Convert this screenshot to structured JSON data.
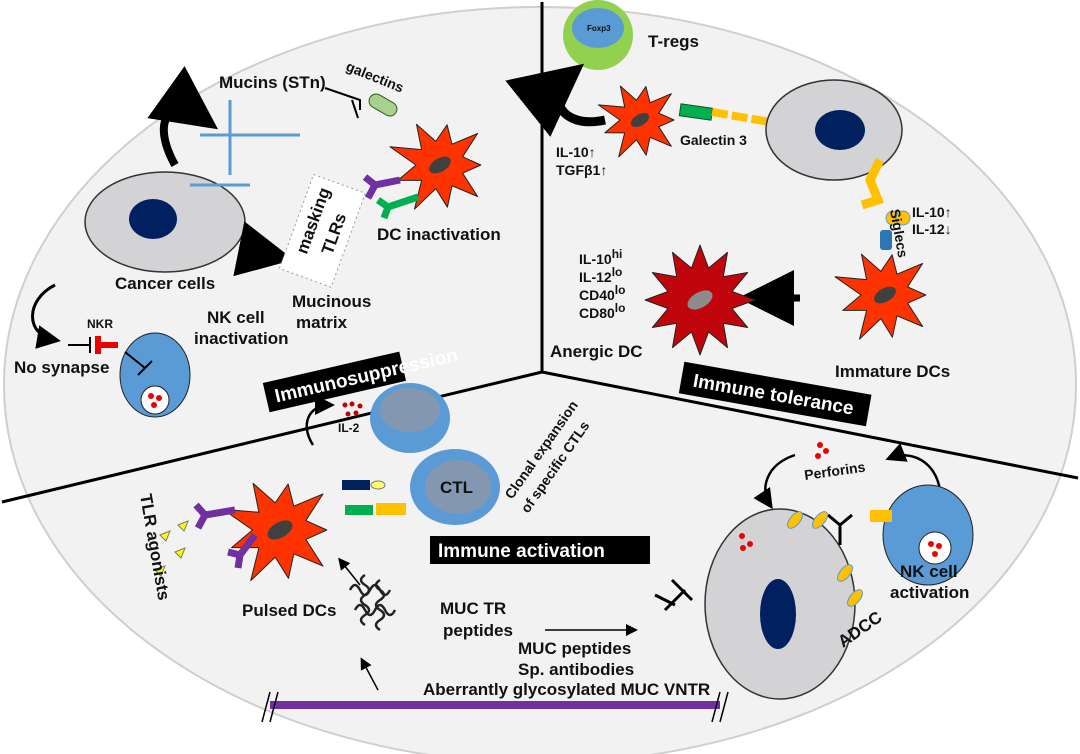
{
  "colors": {
    "background": "#f2f2f2",
    "dc": "#ff3300",
    "anergic_dc": "#c0060c",
    "cancer_cell": "#d3d3d5",
    "nucleus": "#002060",
    "nk_cell": "#5b9bd5",
    "mucin": "#ffc000",
    "treg_outer": "#92d050",
    "purple": "#7030a0",
    "green": "#00b050"
  },
  "sections": {
    "immunosuppression": {
      "title": "Immunosuppression",
      "mucins": "Mucins (STn)",
      "galectins": "galectins",
      "cancer_cells": "Cancer cells",
      "dc_inactivation": "DC inactivation",
      "tlrs": "TLRs",
      "masking": "masking",
      "mucinous_matrix": [
        "Mucinous",
        "matrix"
      ],
      "nk_inactivation": [
        "NK cell",
        "inactivation"
      ],
      "nkr": "NKR",
      "no_synapse": "No synapse"
    },
    "immune_tolerance": {
      "title": "Immune tolerance",
      "foxp3": "Foxp3",
      "tregs": "T-regs",
      "il10_up": "IL-10↑",
      "tgfb1_up": "TGFβ1↑",
      "galectin3": "Galectin 3",
      "siglecs": "Siglecs",
      "il10_up_2": "IL-10↑",
      "il12_down": "IL-12↓",
      "anergic_markers": [
        {
          "name": "IL-10",
          "sup": "hi"
        },
        {
          "name": "IL-12",
          "sup": "lo"
        },
        {
          "name": "CD40",
          "sup": "lo"
        },
        {
          "name": "CD80",
          "sup": "lo"
        }
      ],
      "anergic_dc": "Anergic DC",
      "immature_dcs": "Immature DCs"
    },
    "immune_activation": {
      "title": "Immune activation",
      "il2": "IL-2",
      "ctl": "CTL",
      "clonal_expansion": [
        "Clonal expansion",
        "of specific CTLs"
      ],
      "perforins": "Perforins",
      "tlr_agonists": "TLR agonists",
      "pulsed_dcs": "Pulsed DCs",
      "muc_tr_peptides": [
        "MUC TR",
        "peptides"
      ],
      "muc_peptides": "MUC peptides",
      "sp_antibodies": "Sp. antibodies",
      "aberrant_vntr": "Aberrantly glycosylated MUC VNTR",
      "adcc": "ADCC",
      "nk_activation": [
        "NK cell",
        "activation"
      ]
    }
  }
}
